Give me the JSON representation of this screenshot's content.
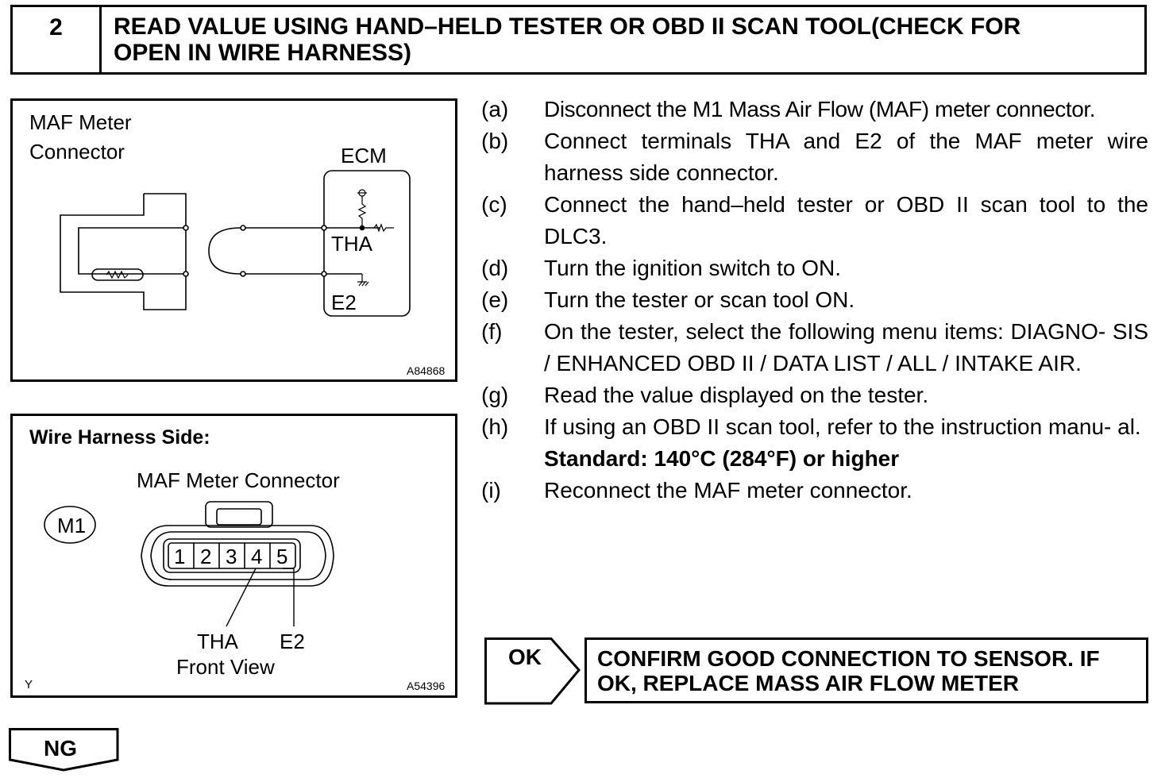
{
  "header": {
    "step_number": "2",
    "title_line1": "READ VALUE USING HAND–HELD TESTER OR OBD II SCAN TOOL(CHECK FOR",
    "title_line2": "OPEN IN WIRE HARNESS)"
  },
  "figure1": {
    "label_line1": "MAF Meter",
    "label_line2": "Connector",
    "ecm_label": "ECM",
    "tha_label": "THA",
    "e2_label": "E2",
    "code": "A84868"
  },
  "figure2": {
    "heading": "Wire Harness Side:",
    "connector_title": "MAF Meter Connector",
    "connector_id": "M1",
    "pins": [
      "1",
      "2",
      "3",
      "4",
      "5"
    ],
    "tha_label": "THA",
    "e2_label": "E2",
    "view_label": "Front View",
    "corner_mark": "Y",
    "code": "A54396"
  },
  "steps": [
    {
      "label": "(a)",
      "text": "Disconnect the M1 Mass Air Flow (MAF) meter connector."
    },
    {
      "label": "(b)",
      "text": "Connect terminals THA and E2 of the MAF meter wire harness side connector."
    },
    {
      "label": "(c)",
      "text": "Connect the hand–held tester or OBD II scan tool to the DLC3."
    },
    {
      "label": "(d)",
      "text": "Turn the ignition switch to ON."
    },
    {
      "label": "(e)",
      "text": "Turn the tester or scan tool ON."
    },
    {
      "label": "(f)",
      "text": "On the tester, select the following menu items: DIAGNO- SIS / ENHANCED OBD II / DATA LIST / ALL / INTAKE AIR."
    },
    {
      "label": "(g)",
      "text": "Read the value displayed on the tester."
    },
    {
      "label": "(h)",
      "text": "If using an OBD II scan tool, refer to the instruction manu- al."
    },
    {
      "label": "(i)",
      "text": "Reconnect the MAF meter connector."
    }
  ],
  "standard": "Standard: 140°C (284°F) or higher",
  "ok": {
    "label": "OK",
    "result_line1": "CONFIRM GOOD CONNECTION TO SENSOR. IF",
    "result_line2": "OK, REPLACE MASS AIR FLOW METER"
  },
  "ng": {
    "label": "NG"
  }
}
